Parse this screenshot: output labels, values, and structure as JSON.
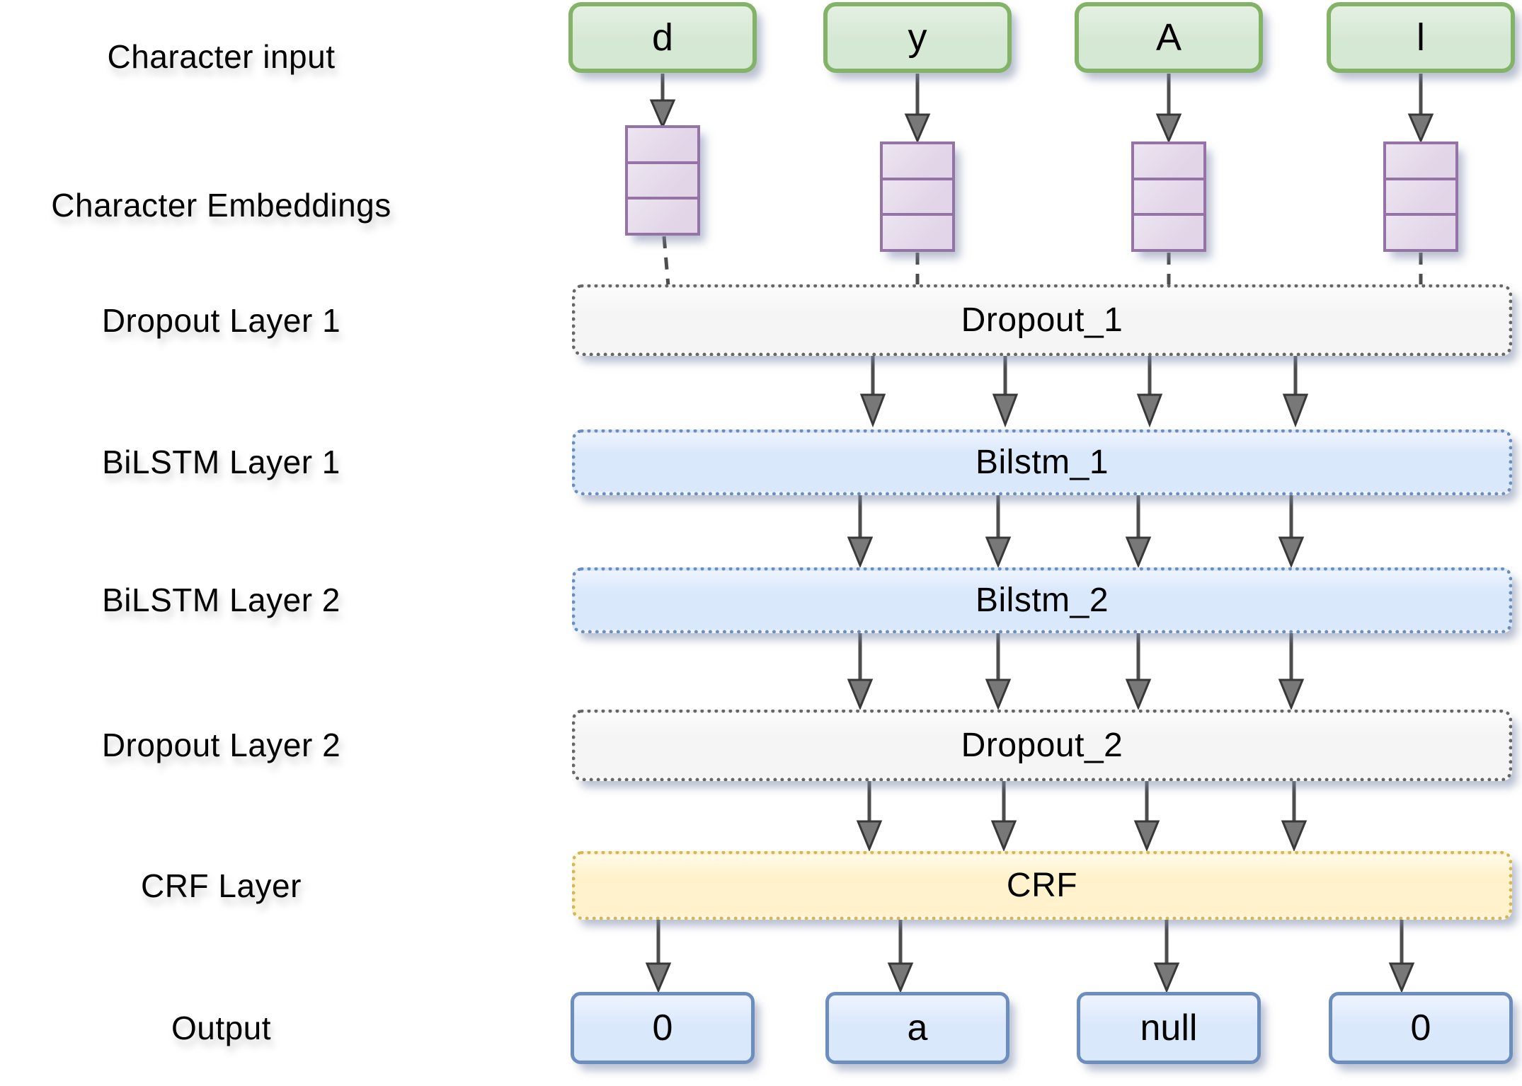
{
  "rows": [
    {
      "label": "Character input"
    },
    {
      "label": "Character Embeddings"
    },
    {
      "label": "Dropout Layer 1"
    },
    {
      "label": "BiLSTM Layer 1"
    },
    {
      "label": "BiLSTM Layer 2"
    },
    {
      "label": "Dropout Layer 2"
    },
    {
      "label": "CRF Layer"
    },
    {
      "label": "Output"
    }
  ],
  "columns": [
    {
      "char": "d",
      "output": "0"
    },
    {
      "char": "y",
      "output": "a"
    },
    {
      "char": "A",
      "output": "null"
    },
    {
      "char": "l",
      "output": "0"
    }
  ],
  "bands": [
    {
      "label": "Dropout_1"
    },
    {
      "label": "Bilstm_1"
    },
    {
      "label": "Bilstm_2"
    },
    {
      "label": "Dropout_2"
    },
    {
      "label": "CRF"
    }
  ],
  "colors": {
    "char_fill": "#d5e8d4",
    "char_border": "#82b366",
    "embed_fill": "#e1d5e7",
    "embed_border": "#9673a6",
    "dropout_fill": "#f5f5f5",
    "dropout_border": "#666666",
    "bilstm_fill": "#dae8fc",
    "bilstm_border": "#6c8ebf",
    "crf_fill": "#fff2cc",
    "crf_border": "#d6b656",
    "output_fill": "#dae8fc",
    "output_border": "#6c8ebf",
    "arrow": "#4d4d4d",
    "arrow_head": "#787878"
  }
}
